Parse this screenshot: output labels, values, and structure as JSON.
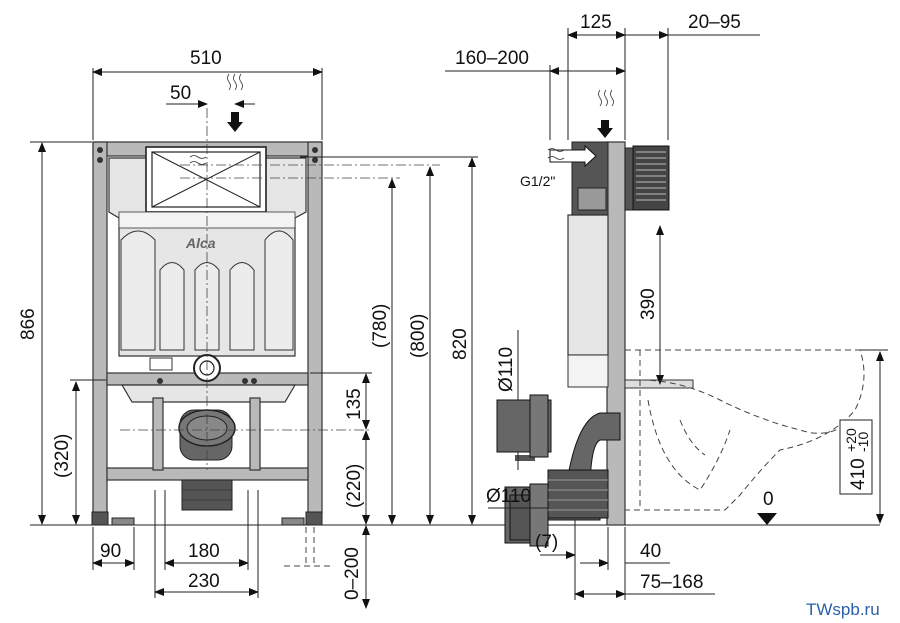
{
  "dimensions": {
    "front_width": "510",
    "front_offset": "50",
    "front_height": "866",
    "rail_height": "(320)",
    "flush_height": "(780)",
    "flush_height2": "(800)",
    "frame_top": "820",
    "drain_offset": "135",
    "drain_height": "(220)",
    "foot_spacing": "90",
    "foot_width": "180",
    "foot_outer": "230",
    "leg_extension": "0–200",
    "side_depth": "125",
    "side_offset": "20–95",
    "side_supply": "160–200",
    "side_rods": "390",
    "pipe_top": "Ø110",
    "pipe_bottom": "Ø110",
    "thread": "G1/2\"",
    "side_small": "(7)",
    "side_40": "40",
    "side_depth_range": "75–168",
    "bowl_height": "410",
    "bowl_tol_plus": "+20",
    "bowl_tol_minus": "-10",
    "floor_zero": "0"
  },
  "brand": "Alca",
  "watermark": "TWspb.ru"
}
